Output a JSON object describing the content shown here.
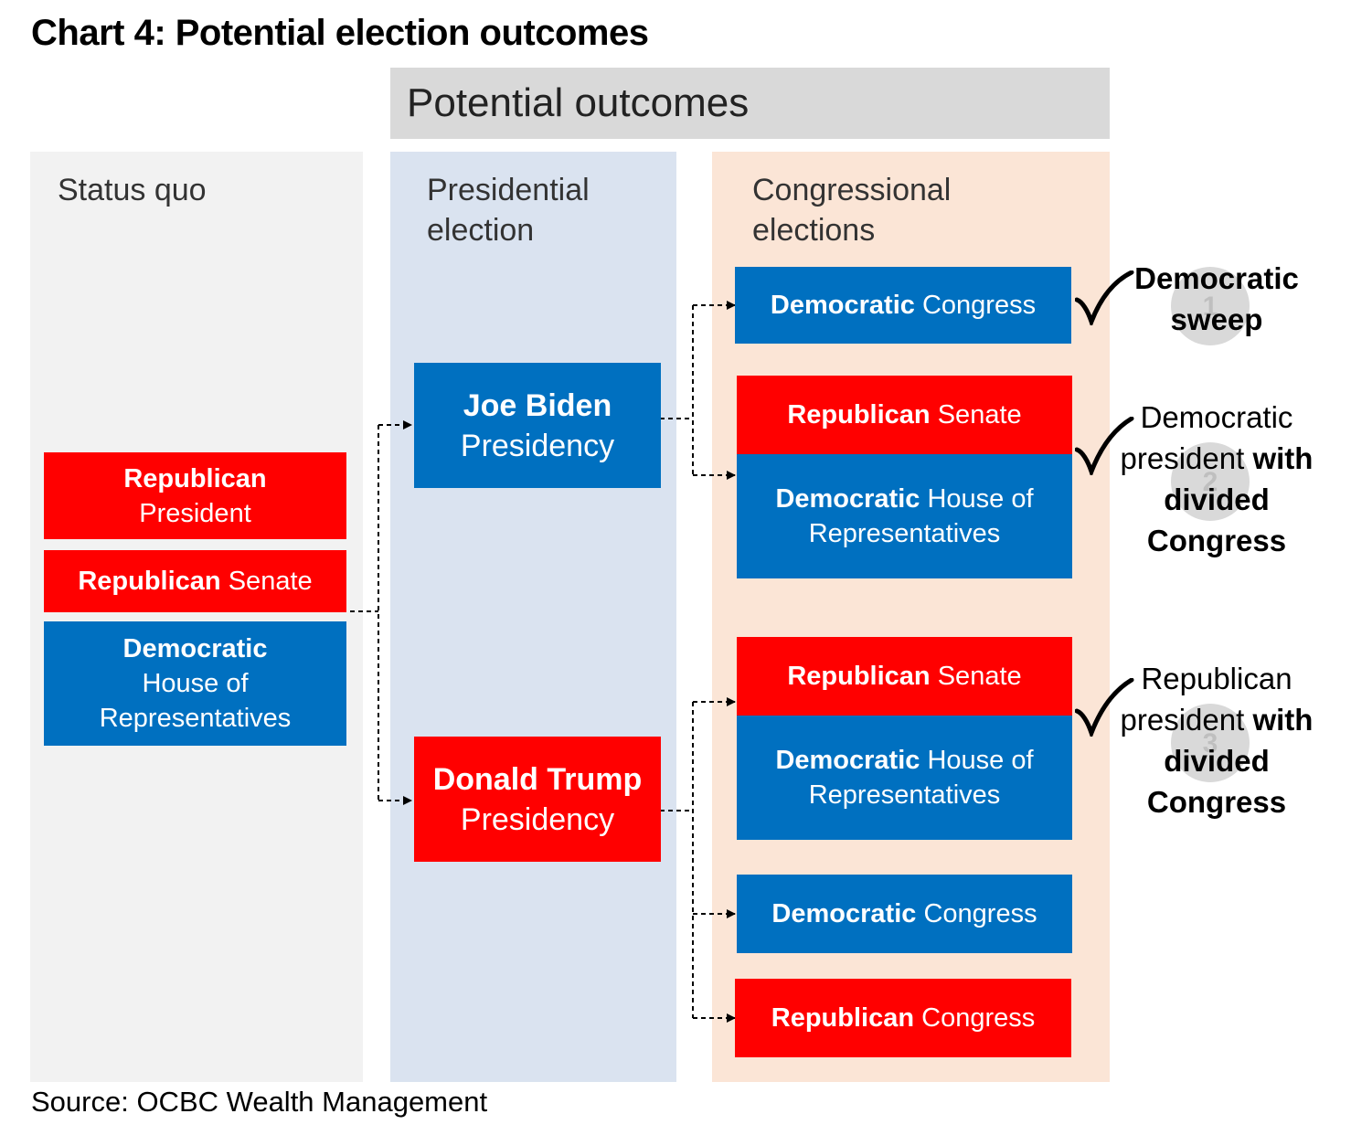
{
  "title": "Chart 4: Potential election outcomes",
  "source": "Source: OCBC Wealth Management",
  "header": "Potential outcomes",
  "columns": {
    "status_quo": "Status quo",
    "presidential": [
      "Presidential",
      "election"
    ],
    "congressional": [
      "Congressional",
      "elections"
    ]
  },
  "status_quo": {
    "president": {
      "bold": "Republican",
      "text": "President"
    },
    "senate": {
      "bold": "Republican",
      "text": "Senate"
    },
    "house": {
      "bold": "Democratic",
      "text1": "House of",
      "text2": "Representatives"
    }
  },
  "presidency": {
    "biden": {
      "bold": "Joe Biden",
      "text": "Presidency"
    },
    "trump": {
      "bold": "Donald Trump",
      "text": "Presidency"
    }
  },
  "congress": {
    "biden_dem_congress": {
      "bold": "Democratic",
      "text": "Congress"
    },
    "biden_rep_senate": {
      "bold": "Republican",
      "text": "Senate"
    },
    "biden_dem_house": {
      "bold": "Democratic",
      "text1": "House of",
      "text2": "Representatives"
    },
    "trump_rep_senate": {
      "bold": "Republican",
      "text": "Senate"
    },
    "trump_dem_house": {
      "bold": "Democratic",
      "text1": "House of",
      "text2": "Representatives"
    },
    "trump_dem_congress": {
      "bold": "Democratic",
      "text": "Congress"
    },
    "trump_rep_congress": {
      "bold": "Republican",
      "text": "Congress"
    }
  },
  "outcomes": [
    {
      "number": "1",
      "line1": "Democratic",
      "line2": "sweep"
    },
    {
      "number": "2",
      "line1": "Democratic",
      "line2a": "president",
      "line2b": "with",
      "line3": "divided",
      "line4": "Congress"
    },
    {
      "number": "3",
      "line1": "Republican",
      "line2a": "president",
      "line2b": "with",
      "line3": "divided",
      "line4": "Congress"
    }
  ],
  "colors": {
    "republican": "#ff0000",
    "democratic": "#0070c0",
    "header_bg": "#d9d9d9"
  }
}
